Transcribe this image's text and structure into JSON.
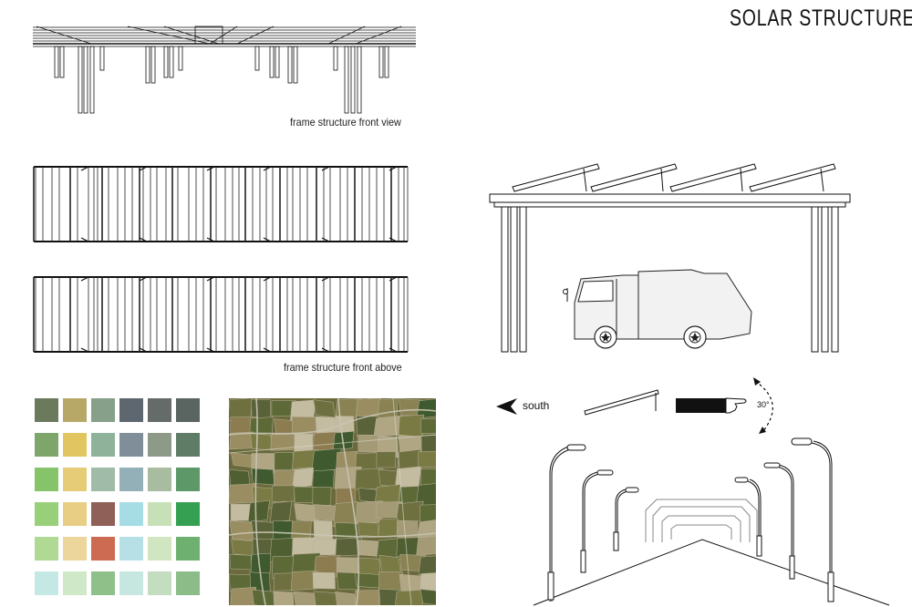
{
  "title": "SOLAR STRUCTURE",
  "captions": {
    "front_view": "frame structure front view",
    "front_above": "frame structure front above"
  },
  "orientation": {
    "direction": "south",
    "angle": "30°"
  },
  "palette": [
    [
      "#6b7a5c",
      "#b8a868",
      "#87a08a",
      "#5e6670",
      "#646b68",
      "#5a6460"
    ],
    [
      "#7ea56a",
      "#e0c560",
      "#8eb39a",
      "#7f8e98",
      "#8d9a88",
      "#5f7c66"
    ],
    [
      "#86c46a",
      "#e6cc76",
      "#a0bca8",
      "#93b0b8",
      "#a8bca0",
      "#5c9868"
    ],
    [
      "#98d07a",
      "#e8ce84",
      "#8e6058",
      "#a6dce4",
      "#c8e0b8",
      "#36a052"
    ],
    [
      "#b0da94",
      "#ecd69c",
      "#cc6a52",
      "#b6e0e6",
      "#d0e6c0",
      "#6eb070"
    ],
    [
      "#c4e8e4",
      "#cfe8c8",
      "#8fc08a",
      "#c6e6e0",
      "#c4dcc0",
      "#8cbc88"
    ]
  ]
}
